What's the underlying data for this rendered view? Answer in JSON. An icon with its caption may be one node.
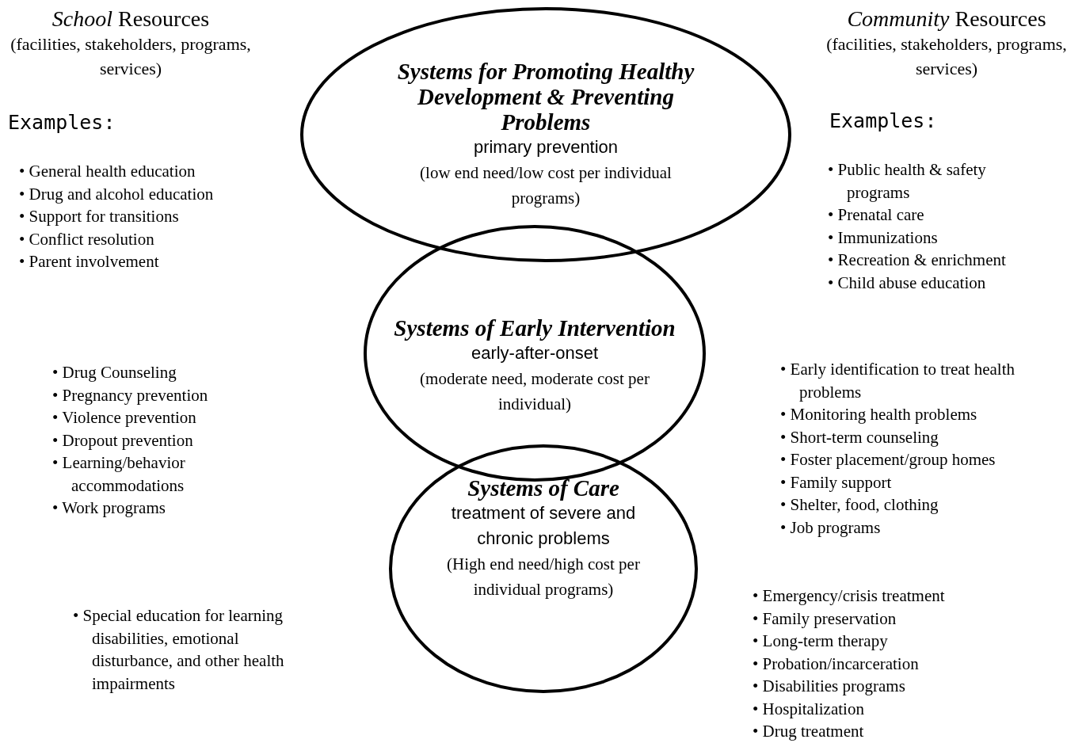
{
  "diagram": {
    "nodes": [
      {
        "text": [
          "Systems for Promoting Healthy Development & Preventing Problems",
          "primary prevention",
          "(low end need/low cost per individual programs)"
        ]
      },
      {
        "text": [
          "Systems of Early Intervention",
          "early-after-onset",
          "(moderate need, moderate cost per individual)"
        ]
      },
      {
        "text": [
          "Systems of Care",
          "treatment of severe and chronic problems",
          "(High end need/high cost per individual programs)"
        ]
      }
    ],
    "edges": [],
    "labels": [
      "*School* Resources",
      "(facilities, stakeholders, programs, services)",
      "Examples:",
      "• General health education",
      "• Drug and alcohol education",
      "• Support for transitions",
      "• Conflict resolution",
      "• Parent involvement",
      "*Community* Resources",
      "(facilities, stakeholders, programs, services)",
      "Examples:",
      "• Public health & safety programs",
      "• Prenatal care",
      "• Immunizations",
      "• Recreation & enrichment",
      "• Child abuse education",
      "• Drug Counseling",
      "• Pregnancy prevention",
      "• Violence prevention",
      "• Dropout prevention",
      "• Learning/behavior accommodations",
      "• Work programs",
      "• Early identification to treat health problems",
      "• Monitoring health problems",
      "• Short-term counseling",
      "• Foster placement/group homes",
      "• Family support",
      "• Shelter, food, clothing",
      "• Job programs",
      "• Special education for learning disabilities, emotional disturbance, and other health impairments",
      "• Emergency/crisis treatment",
      "• Family preservation",
      "• Long-term therapy",
      "• Probation/incarceration",
      "• Disabilities programs",
      "• Hospitalization",
      "• Drug treatment"
    ]
  }
}
